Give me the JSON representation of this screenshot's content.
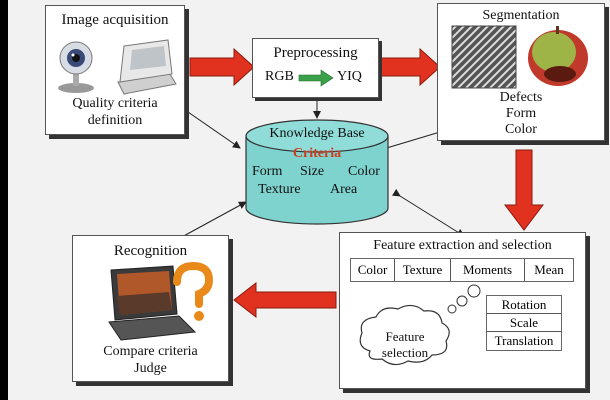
{
  "image_acquisition": {
    "title": "Image acquisition",
    "caption_line1": "Quality criteria",
    "caption_line2": "definition"
  },
  "preprocessing": {
    "title": "Preprocessing",
    "from": "RGB",
    "to": "YIQ"
  },
  "segmentation": {
    "title": "Segmentation",
    "items": [
      "Defects",
      "Form",
      "Color"
    ]
  },
  "knowledge_base": {
    "title": "Knowledge Base",
    "criteria": "Criteria",
    "row1": [
      "Form",
      "Size",
      "Color"
    ],
    "row2": [
      "Texture",
      "Area"
    ]
  },
  "recognition": {
    "title": "Recognition",
    "caption_line1": "Compare criteria",
    "caption_line2": "Judge"
  },
  "feature_extraction": {
    "title": "Feature extraction and selection",
    "features": [
      "Color",
      "Texture",
      "Moments",
      "Mean"
    ],
    "transforms": [
      "Rotation",
      "Scale",
      "Translation"
    ],
    "cloud_line1": "Feature",
    "cloud_line2": "selection"
  },
  "colors": {
    "flow_arrow": "#e0321e",
    "criteria_text": "#d23a1e",
    "cylinder": "#7fd3cf",
    "rgb_yiq_arrow": "#3aa04a"
  }
}
